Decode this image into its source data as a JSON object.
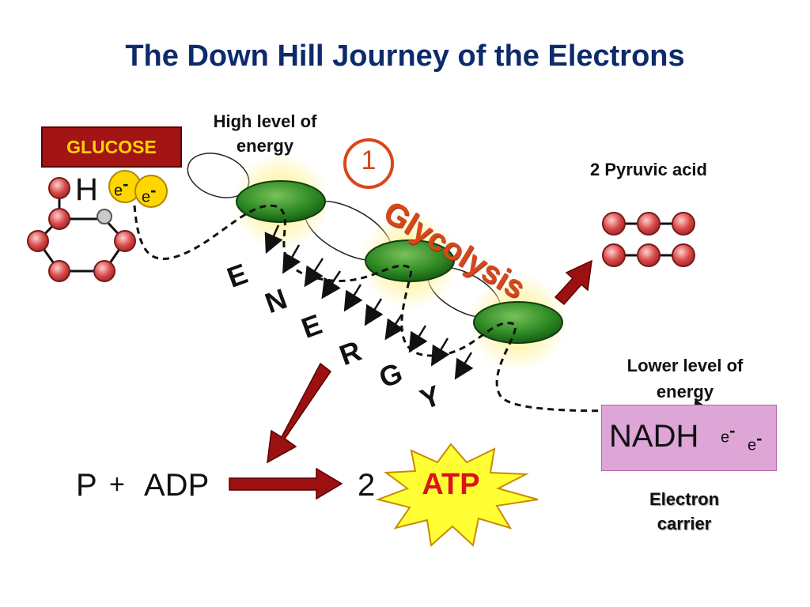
{
  "slide": {
    "title": "The Down Hill Journey of the Electrons",
    "glucose_label": "GLUCOSE",
    "h_label": "H",
    "electron_label": "e",
    "electron_charge": "-",
    "high_energy_label": "High level of energy",
    "step_number": "1",
    "glycolysis_label": "Glycolysis",
    "pyruvic_label": "2 Pyruvic acid",
    "energy_letters": [
      "E",
      "N",
      "E",
      "R",
      "G",
      "Y"
    ],
    "lower_energy_label": "Lower level of energy",
    "nadh_label": "NADH",
    "carrier_label": "Electron carrier",
    "equation": {
      "p": "P",
      "plus": "+",
      "adp": "ADP",
      "count": "2",
      "atp": "ATP"
    }
  },
  "colors": {
    "title": "#0d2a6b",
    "glucose_box": "#a31414",
    "glucose_text": "#ffd400",
    "glycolysis": "#d9461a",
    "atp_text": "#d8141d",
    "arrow": "#9b1111",
    "nadh_box": "#dda6d6",
    "molecule_bead": "#d94a4a"
  }
}
